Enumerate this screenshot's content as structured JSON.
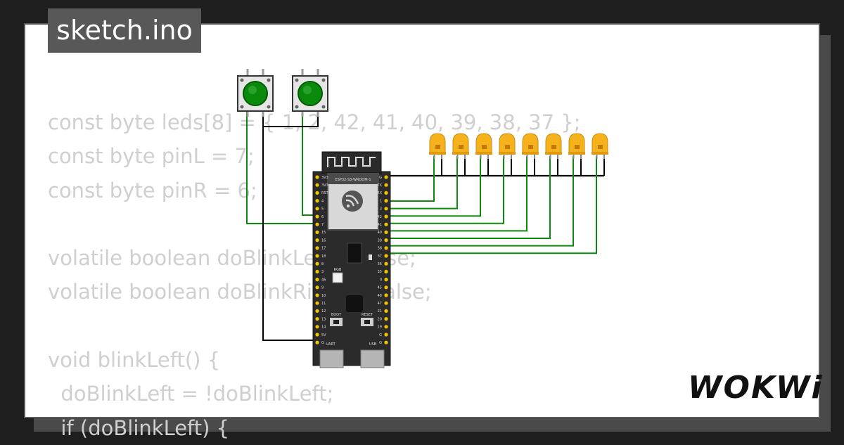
{
  "file": {
    "name": "sketch.ino"
  },
  "code": {
    "lines": [
      "const byte leds[8] = { 1, 2, 42, 41, 40, 39, 38, 37 };",
      "const byte pinL = 7;",
      "const byte pinR = 6;",
      "",
      "volatile boolean doBlinkLeft = false;",
      "volatile boolean doBlinkRight = false;",
      "",
      "void blinkLeft() {",
      "  doBlinkLeft = !doBlinkLeft;",
      "  if (doBlinkLeft) {"
    ]
  },
  "board": {
    "module_label": "ESP32-S3-WROOM-1",
    "rgb_label": "RGB",
    "boot_label": "BOOT",
    "reset_label": "RESET",
    "uart_label": "UART",
    "usb_label": "USB",
    "left_pins": [
      "3V3",
      "3V3",
      "RST",
      "4",
      "5",
      "6",
      "7",
      "15",
      "16",
      "17",
      "18",
      "8",
      "3",
      "46",
      "9",
      "10",
      "11",
      "12",
      "13",
      "14",
      "5V",
      "G"
    ],
    "right_pins": [
      "G",
      "TX",
      "RX",
      "1",
      "2",
      "42",
      "41",
      "40",
      "39",
      "38",
      "37",
      "36",
      "35",
      "0",
      "45",
      "48",
      "47",
      "21",
      "20",
      "19",
      "G",
      "G"
    ]
  },
  "leds": {
    "count": 8,
    "color": "#f5b21b"
  },
  "buttons": {
    "count": 2,
    "color": "#0a8a0a"
  },
  "brand": {
    "name": "WOKWi"
  },
  "colors": {
    "wire_signal": "#0b8a0b",
    "wire_ground": "#000000",
    "board": "#2b2b2b"
  }
}
